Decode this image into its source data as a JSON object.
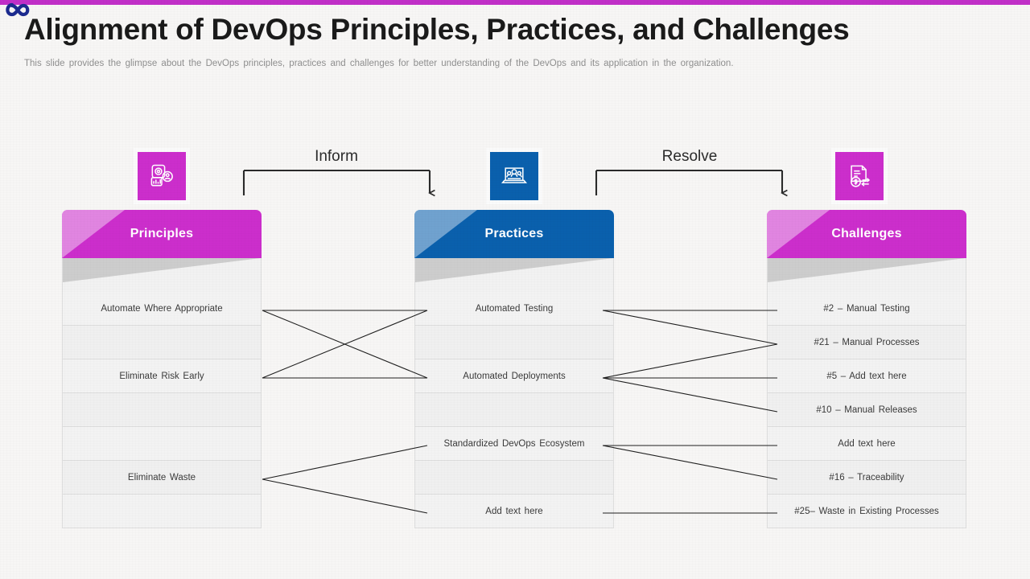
{
  "header": {
    "title": "Alignment of DevOps Principles, Practices, and Challenges",
    "subtitle": "This slide provides  the glimpse about the DevOps  principles,  practices and challenges  for  better understanding  of the DevOps  and its application in the organization.",
    "logo_icon": "infinity-loop-icon",
    "accent_color": "#c12fc8"
  },
  "flows": [
    {
      "label": "Inform",
      "icon": "analytics-dashboard-icon"
    },
    {
      "label": "Resolve",
      "icon": "invoice-dollar-icon"
    }
  ],
  "columns": [
    {
      "id": "principles",
      "title": "Principles",
      "color": "#cc2ecc",
      "corner_color": "#e48ce4",
      "icon": "analytics-user-report-icon",
      "icon_bg": "#cc2ecc",
      "rows": [
        "Automate Where Appropriate",
        "",
        "Eliminate Risk Early",
        "",
        "",
        "Eliminate Waste",
        ""
      ]
    },
    {
      "id": "practices",
      "title": "Practices",
      "color": "#0a60ad",
      "corner_color": "#8ab4dc",
      "icon": "laptop-team-icon",
      "icon_bg": "#0a60ad",
      "rows": [
        "Automated Testing",
        "",
        "Automated Deployments",
        "",
        "Standardized DevOps  Ecosystem",
        "",
        "Add text here"
      ]
    },
    {
      "id": "challenges",
      "title": "Challenges",
      "color": "#cc2ecc",
      "corner_color": "#e48ce4",
      "icon": "invoice-dollar-icon",
      "icon_bg": "#cc2ecc",
      "rows": [
        "#2 – Manual Testing",
        "#21 – Manual Processes",
        "#5 – Add text here",
        "#10 – Manual Releases",
        "Add text here",
        "#16 – Traceability",
        "#25– Waste in Existing Processes"
      ]
    }
  ],
  "links": {
    "line_color": "#1f1f1f",
    "principles_to_practices": [
      {
        "from_row": 1,
        "to_row": 1
      },
      {
        "from_row": 1,
        "to_row": 3
      },
      {
        "from_row": 3,
        "to_row": 1
      },
      {
        "from_row": 3,
        "to_row": 3
      },
      {
        "from_row": 6,
        "to_row": 5
      },
      {
        "from_row": 6,
        "to_row": 7
      }
    ],
    "practices_to_challenges": [
      {
        "from_row": 1,
        "to_row": 1
      },
      {
        "from_row": 1,
        "to_row": 2
      },
      {
        "from_row": 3,
        "to_row": 2
      },
      {
        "from_row": 3,
        "to_row": 3
      },
      {
        "from_row": 3,
        "to_row": 4
      },
      {
        "from_row": 5,
        "to_row": 5
      },
      {
        "from_row": 5,
        "to_row": 6
      },
      {
        "from_row": 7,
        "to_row": 7
      }
    ]
  }
}
